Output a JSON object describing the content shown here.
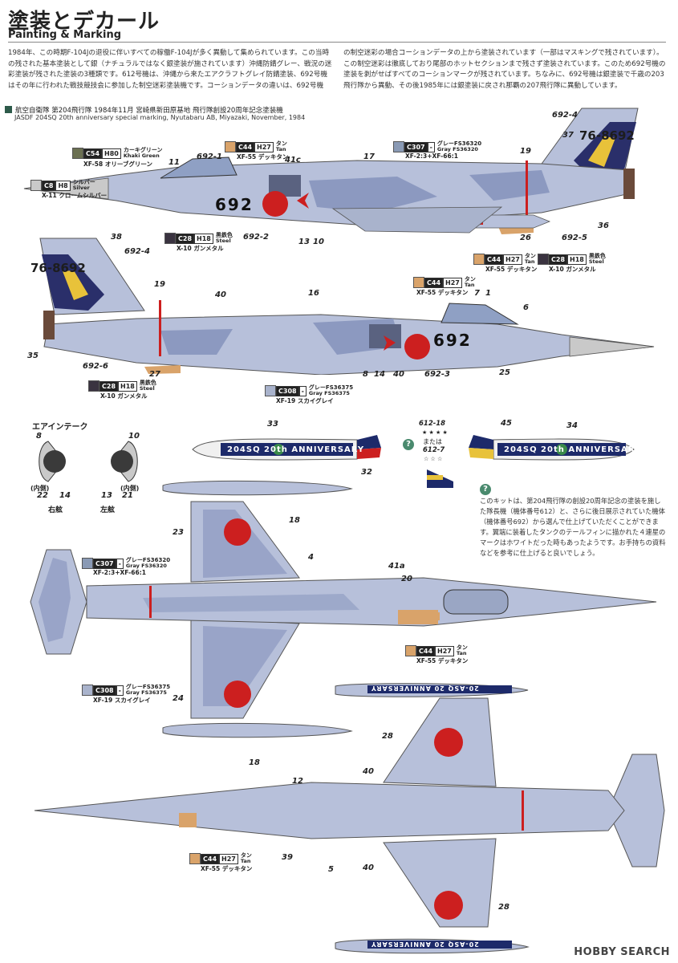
{
  "header": {
    "title_jp": "塗装とデカール",
    "title_en": "Painting & Marking"
  },
  "intro": {
    "col1": "1984年、この時期F-104Jの退役に伴いすべての稼働F-104Jが多く異動して集められています。この当時の残された基本塗装として銀（ナチュラルではなく銀塗装が施されています）沖縄防錆グレー、戦況の迷彩塗装が残された塗装の3種類です。612号機は、沖縄から来たエアクラフトグレイ防錆塗装、692号機はその年に行われた戦技競技会に参加した制空迷彩塗装機です。コーションデータの違いは、692号機",
    "col2": "の制空迷彩の場合コーションデータの上から塗装されています（一部はマスキングで残されています）。この制空迷彩は徹底しており尾部のホットセクションまで残さず塗装されています。このため692号機の塗装を剥がせばすべてのコーションマークが残されています。ちなみに、692号機は銀塗装で千歳の203飛行隊から異動、その後1985年には銀塗装に戻され那覇の207飛行隊に異動しています。"
  },
  "subject": {
    "jp": "航空自衛隊 第204飛行隊 1984年11月 宮崎県新田原基地 飛行隊創設20周年記念塗装機",
    "en": "JASDF 204SQ 20th anniversary special marking, Nyutabaru AB, Miyazaki, November, 1984"
  },
  "colors": {
    "khaki": "#6b7052",
    "silver": "#c9c9c9",
    "tan": "#d9a36a",
    "gray36320": "#8a9ab5",
    "gray36375": "#a9b3cc",
    "steel": "#3a3340",
    "aircraft": "#b7c0da",
    "camo": "#8c99c0",
    "hinomaru": "#cc1f1f",
    "accent": "#2d5a4a"
  },
  "callouts": {
    "c54": {
      "code": "C54",
      "code2": "H80",
      "jp": "カーキグリーン",
      "en": "Khaki Green",
      "ref": "XF-58 オリーブグリーン"
    },
    "c8": {
      "code": "C8",
      "code2": "H8",
      "jp": "シルバー",
      "en": "Silver",
      "ref": "X-11 クロームシルバー"
    },
    "c44a": {
      "code": "C44",
      "code2": "H27",
      "jp": "タン",
      "en": "Tan",
      "ref": "XF-55 デッキタン"
    },
    "c307a": {
      "code": "C307",
      "code2": "-",
      "jp": "グレーFS36320",
      "en": "Gray FS36320",
      "ref": "XF-2:3+XF-66:1"
    },
    "c28a": {
      "code": "C28",
      "code2": "H18",
      "jp": "黒鉄色",
      "en": "Steel",
      "ref": "X-10 ガンメタル"
    },
    "c44b": {
      "code": "C44",
      "code2": "H27",
      "jp": "タン",
      "en": "Tan",
      "ref": "XF-55 デッキタン"
    },
    "c28b": {
      "code": "C28",
      "code2": "H18",
      "jp": "黒鉄色",
      "en": "Steel",
      "ref": "X-10 ガンメタル"
    },
    "c44c": {
      "code": "C44",
      "code2": "H27",
      "jp": "タン",
      "en": "Tan",
      "ref": "XF-55 デッキタン"
    },
    "c28c": {
      "code": "C28",
      "code2": "H18",
      "jp": "黒鉄色",
      "en": "Steel",
      "ref": "X-10 ガンメタル"
    },
    "c308a": {
      "code": "C308",
      "code2": "-",
      "jp": "グレーFS36375",
      "en": "Gray FS36375",
      "ref": "XF-19 スカイグレイ"
    },
    "c307b": {
      "code": "C307",
      "code2": "-",
      "jp": "グレーFS36320",
      "en": "Gray FS36320",
      "ref": "XF-2:3+XF-66:1"
    },
    "c44d": {
      "code": "C44",
      "code2": "H27",
      "jp": "タン",
      "en": "Tan",
      "ref": "XF-55 デッキタン"
    },
    "c308b": {
      "code": "C308",
      "code2": "-",
      "jp": "グレーFS36375",
      "en": "Gray FS36375",
      "ref": "XF-19 スカイグレイ"
    },
    "c44e": {
      "code": "C44",
      "code2": "H27",
      "jp": "タン",
      "en": "Tan",
      "ref": "XF-55 デッキタン"
    }
  },
  "aircraft": {
    "tail_code": "76-8692",
    "nose_number": "692",
    "tank_text": "204SQ 20th ANNIVERSARY",
    "tank_text_lower": "20-ASQ 20 ANNIVERSARY"
  },
  "intake": {
    "title": "エアインテーク",
    "right": {
      "inner": "(内側)",
      "label": "右舷",
      "a": "8",
      "b": "22",
      "c": "14"
    },
    "left": {
      "inner": "(内側)",
      "label": "左舷",
      "a": "10",
      "b": "13",
      "c": "21"
    }
  },
  "tail_option": {
    "upper": "612-18",
    "stars_a": "★ ★ ★ ★",
    "or": "または",
    "lower": "612-7",
    "stars_b": "☆ ☆ ☆"
  },
  "note": "このキットは、第204飛行隊の創設20周年記念の塗装を施した隊長機（機体番号612）と、さらに後日展示されていた機体（機体番号692）から選んで仕上げていただくことができます。翼端に装着したタンクのテールフィンに描かれた４連星のマークはホワイトだった時もあったようです。お手持ちの資料などを参考に仕上げると良いでしょう。",
  "numbers": {
    "n692_4a": "692-4",
    "n37": "37",
    "n19a": "19",
    "n17": "17",
    "n41c": "41c",
    "n692_1": "692-1",
    "n11": "11",
    "n692_2": "692-2",
    "n13": "13",
    "n10": "10",
    "n26": "26",
    "n692_5": "692-5",
    "n36": "36",
    "n38": "38",
    "n692_4b": "692-4",
    "n19b": "19",
    "n40a": "40",
    "n16": "16",
    "n7": "7",
    "n1": "1",
    "n6": "6",
    "n35": "35",
    "n692_6": "692-6",
    "n27": "27",
    "n8": "8",
    "n14": "14",
    "n40b": "40",
    "n692_3": "692-3",
    "n25": "25",
    "n33": "33",
    "n32": "32",
    "n45": "45",
    "n34": "34",
    "n18a": "18",
    "n23": "23",
    "n4": "4",
    "n41a": "41a",
    "n20": "20",
    "n24": "24",
    "n18b": "18",
    "n28a": "28",
    "n12": "12",
    "n40c": "40",
    "n40d": "40",
    "n39": "39",
    "n5": "5",
    "n28b": "28"
  },
  "watermark": "HOBBY SEARCH"
}
